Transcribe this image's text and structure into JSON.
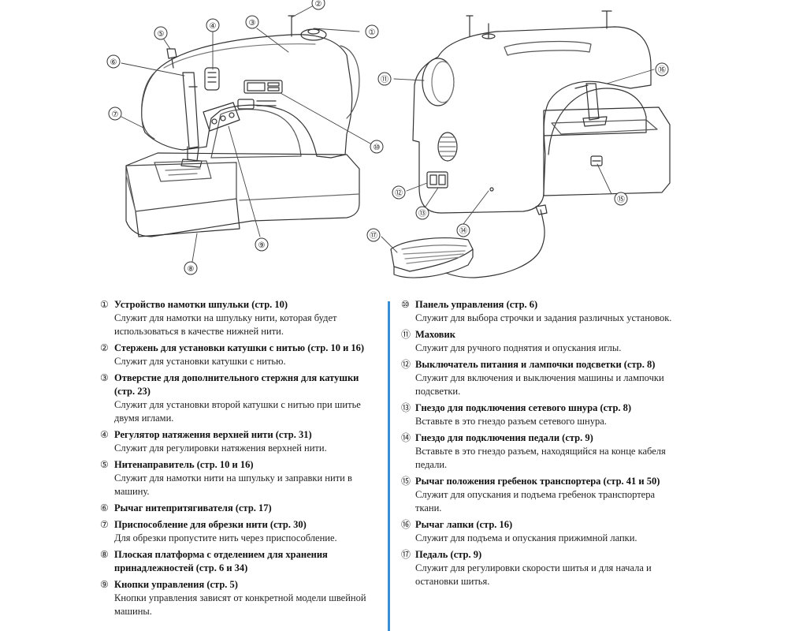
{
  "callouts": [
    "①",
    "②",
    "③",
    "④",
    "⑤",
    "⑥",
    "⑦",
    "⑧",
    "⑨",
    "⑩",
    "⑪",
    "⑫",
    "⑬",
    "⑭",
    "⑮",
    "⑯",
    "⑰"
  ],
  "left_items": [
    {
      "num": "①",
      "title": "Устройство намотки шпульки (стр. 10)",
      "desc": "Служит для намотки на шпульку нити, которая будет использоваться в качестве нижней нити."
    },
    {
      "num": "②",
      "title": "Стержень для установки катушки с нитью (стр. 10 и 16)",
      "desc": "Служит для установки катушки с нитью."
    },
    {
      "num": "③",
      "title": "Отверстие для дополнительного стержня для катушки (стр. 23)",
      "desc": "Служит для установки второй катушки с нитью при шитье двумя иглами."
    },
    {
      "num": "④",
      "title": "Регулятор натяжения верхней нити (стр. 31)",
      "desc": "Служит для регулировки натяжения верхней нити."
    },
    {
      "num": "⑤",
      "title": "Нитенаправитель (стр. 10 и 16)",
      "desc": "Служит для намотки нити на шпульку и заправки нити в машину."
    },
    {
      "num": "⑥",
      "title": "Рычаг нитепритягивателя (стр. 17)",
      "desc": ""
    },
    {
      "num": "⑦",
      "title": "Приспособление для обрезки нити (стр. 30)",
      "desc": "Для обрезки пропустите нить через приспособление."
    },
    {
      "num": "⑧",
      "title": "Плоская платформа с отделением для хранения принадлежностей (стр. 6 и 34)",
      "desc": ""
    },
    {
      "num": "⑨",
      "title": "Кнопки управления (стр. 5)",
      "desc": "Кнопки управления зависят от конкретной модели швейной машины."
    }
  ],
  "right_items": [
    {
      "num": "⑩",
      "title": "Панель управления (стр. 6)",
      "desc": "Служит для выбора строчки и задания различных установок."
    },
    {
      "num": "⑪",
      "title": "Маховик",
      "desc": "Служит для ручного поднятия и опускания иглы."
    },
    {
      "num": "⑫",
      "title": "Выключатель питания и лампочки подсветки (стр. 8)",
      "desc": "Служит для включения и выключения машины и лампочки подсветки."
    },
    {
      "num": "⑬",
      "title": "Гнездо для подключения сетевого шнура (стр. 8)",
      "desc": "Вставьте в это гнездо разъем сетевого шнура."
    },
    {
      "num": "⑭",
      "title": "Гнездо для подключения педали (стр. 9)",
      "desc": "Вставьте в это гнездо разъем, находящийся на конце кабеля педали."
    },
    {
      "num": "⑮",
      "title": "Рычаг положения гребенок транспортера (стр. 41 и 50)",
      "desc": "Служит для опускания и подъема гребенок транспортера ткани."
    },
    {
      "num": "⑯",
      "title": "Рычаг лапки (стр. 16)",
      "desc": "Служит для подъема и опускания прижимной лапки."
    },
    {
      "num": "⑰",
      "title": "Педаль (стр. 9)",
      "desc": "Служит для регулировки скорости шитья и для начала и остановки шитья."
    }
  ]
}
